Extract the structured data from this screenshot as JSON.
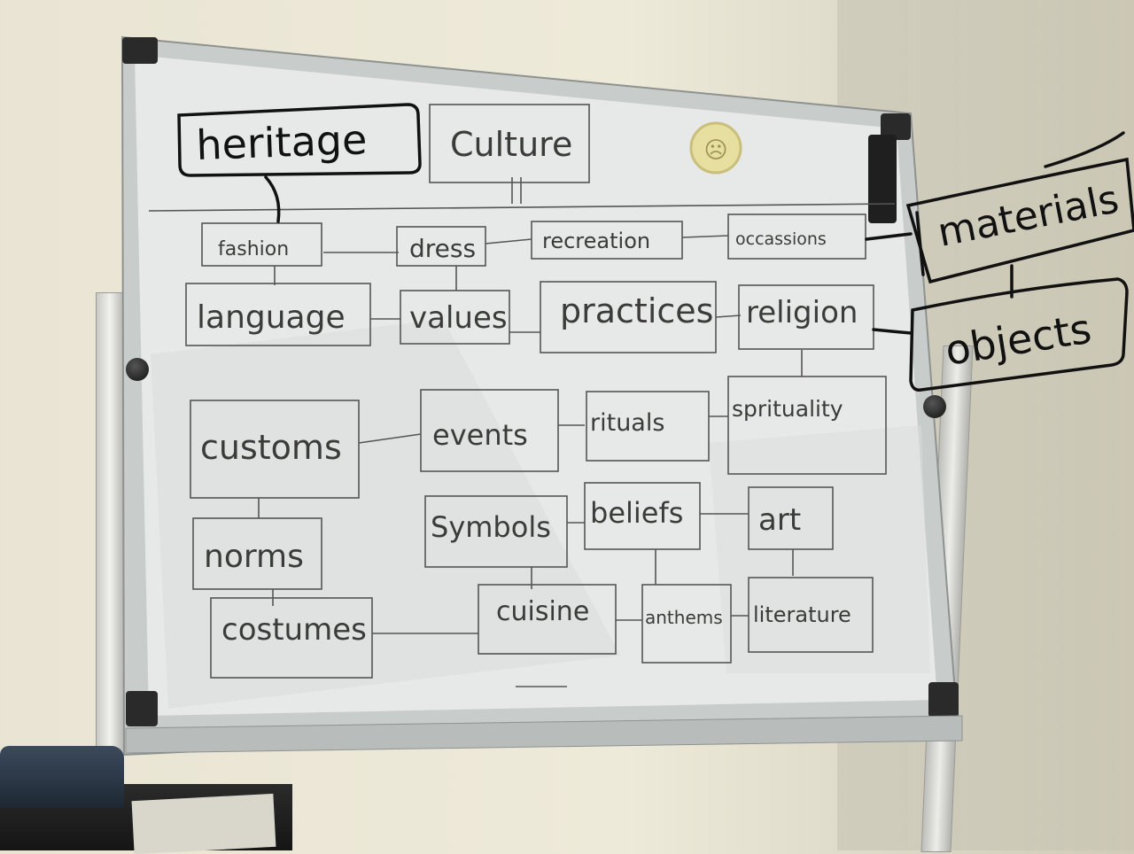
{
  "whiteboard": {
    "nodes": {
      "culture": "Culture",
      "fashion": "fashion",
      "dress": "dress",
      "recreation": "recreation",
      "occassions": "occassions",
      "language": "language",
      "values": "values",
      "practices": "practices",
      "religion": "religion",
      "customs": "customs",
      "events": "events",
      "rituals": "rituals",
      "spirituality": "sprituality",
      "norms": "norms",
      "symbols": "Symbols",
      "beliefs": "beliefs",
      "art": "art",
      "costumes": "costumes",
      "cuisine": "cuisine",
      "anthems": "anthems",
      "literature": "literature"
    }
  },
  "annotations": {
    "heritage": "heritage",
    "materials": "materials",
    "objects": "objects"
  },
  "colors": {
    "board": "#e8ebea",
    "marker": "#444444",
    "ink_overlay": "#111111"
  }
}
